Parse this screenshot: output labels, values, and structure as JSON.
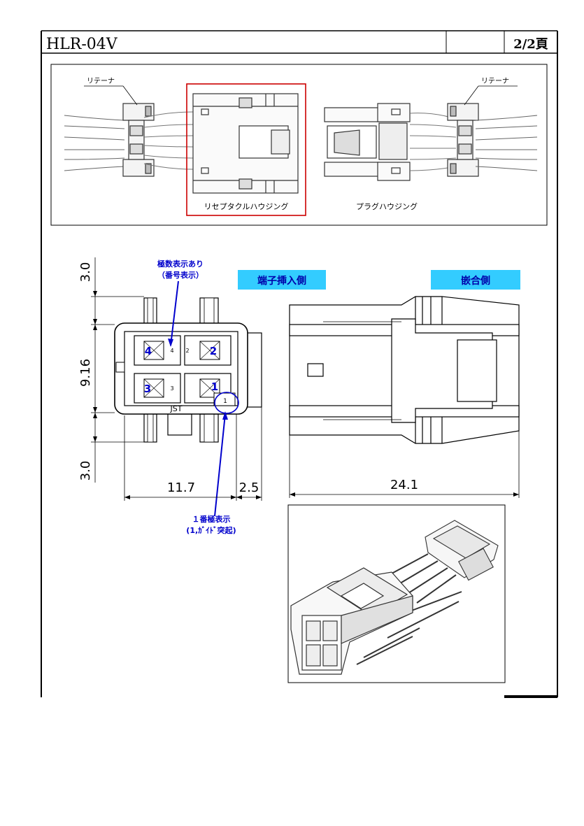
{
  "header": {
    "part_no": "HLR-04V",
    "middle": "",
    "page": "2/2頁"
  },
  "overview": {
    "retainer_left": "リテーナ",
    "retainer_right": "リテーナ",
    "receptacle_caption": "リセプタクルハウジング",
    "plug_caption": "プラグハウジング"
  },
  "front_view": {
    "pole_note_line1": "極数表示あり",
    "pole_note_line2": "（番号表示）",
    "pin_labels": [
      "4",
      "2",
      "3",
      "1"
    ],
    "small_marks": [
      "4",
      "2",
      "3",
      "1"
    ],
    "maker_mark": "JST",
    "dim_top": "3.0",
    "dim_mid": "9.16",
    "dim_bottom": "3.0",
    "dim_width": "11.7",
    "dim_right": "2.5",
    "pin1_note_line1": "１番極表示",
    "pin1_note_line2": "(1,ｶﾞｲﾄﾞ突起)"
  },
  "side_view": {
    "label_insert": "端子挿入側",
    "label_mate": "嵌合側",
    "dim_length": "24.1"
  },
  "colors": {
    "annotation": "#0000cc",
    "label_bg": "#33ccff",
    "highlight_box": "#cc0000",
    "line": "#000000"
  }
}
